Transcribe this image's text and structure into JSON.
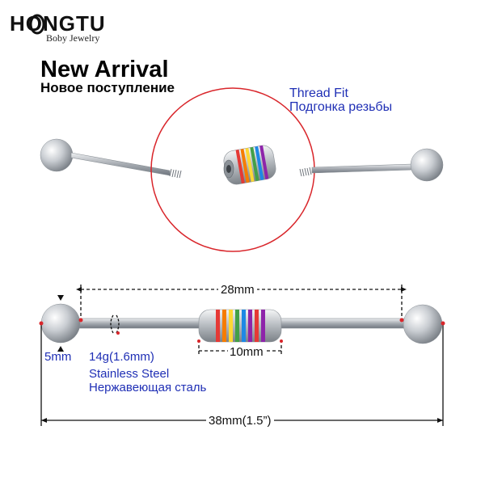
{
  "brand": {
    "name": "HONGTU",
    "tagline": "Boby Jewelry"
  },
  "headline": {
    "en": "New Arrival",
    "ru": "Новое поступление"
  },
  "thread_note": {
    "en": "Thread Fit",
    "ru": "Подгонка резьбы"
  },
  "dimensions": {
    "between_balls": "28mm",
    "center_bead": "10mm",
    "ball": "5mm",
    "gauge": "14g(1.6mm)",
    "total": "38mm(1.5”)"
  },
  "material": {
    "en": "Stainless Steel",
    "ru": "Нержавеющая сталь"
  },
  "colors": {
    "text_blue": "#1f2fb5",
    "circle_red": "#d9262b",
    "stripes": [
      "#e53935",
      "#f57c00",
      "#fdd835",
      "#43a047",
      "#1e88e5",
      "#8e24aa"
    ]
  }
}
